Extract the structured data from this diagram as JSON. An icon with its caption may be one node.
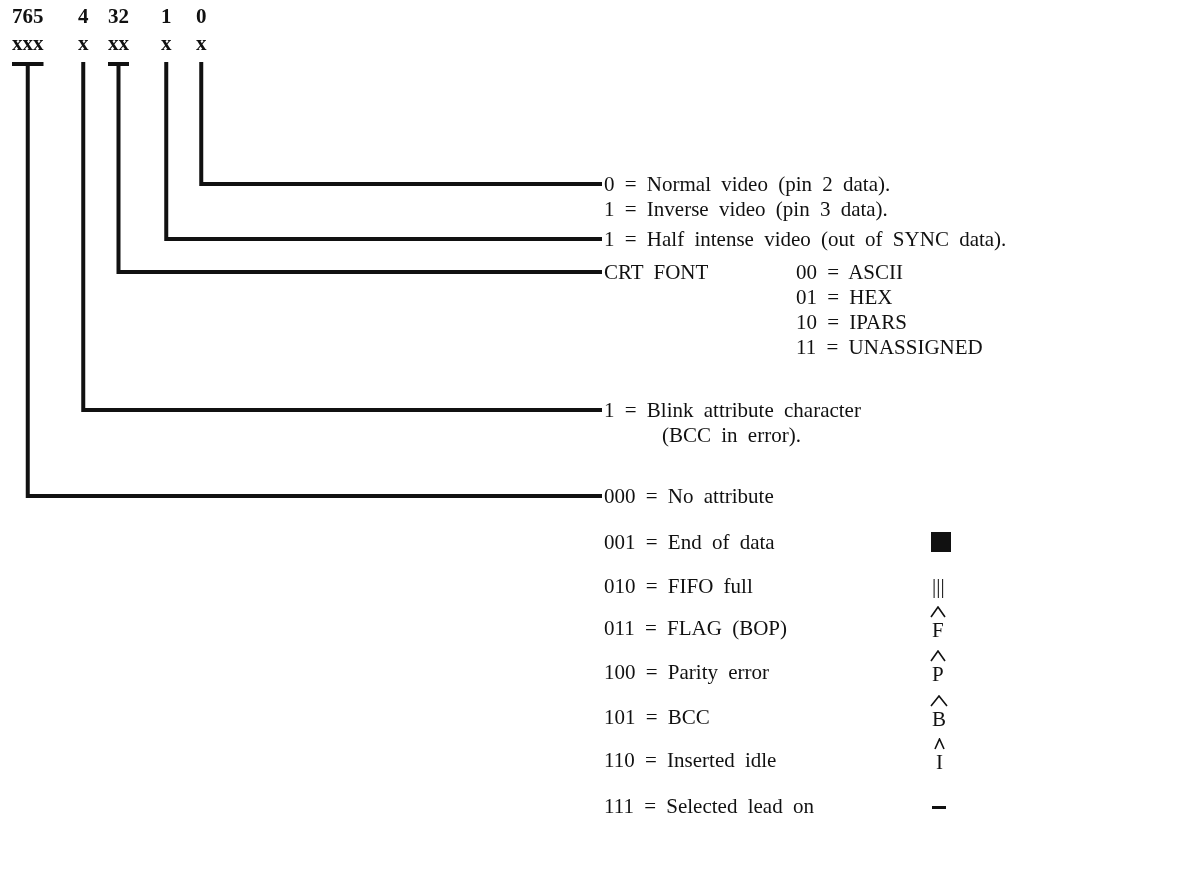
{
  "diagram": {
    "nodes": [
      {
        "text": [
          "xxx"
        ],
        "beside": [
          "765"
        ]
      },
      {
        "text": [
          "x"
        ],
        "beside": [
          "4"
        ]
      },
      {
        "text": [
          "xx"
        ],
        "beside": [
          "32"
        ]
      },
      {
        "text": [
          "x"
        ],
        "beside": [
          "1"
        ]
      },
      {
        "text": [
          "x"
        ],
        "beside": [
          "0"
        ]
      },
      {
        "text": [
          "0 = Normal video (pin 2 data).",
          "1 = Inverse video (pin 3 data)."
        ]
      },
      {
        "text": [
          "1 = Half intense video (out of SYNC data)."
        ]
      },
      {
        "text": [
          "CRT FONT",
          "00 = ASCII",
          "01 = HEX",
          "10 = IPARS",
          "11 = UNASSIGNED"
        ]
      },
      {
        "text": [
          "1 = Blink attribute character",
          "(BCC in error)."
        ]
      },
      {
        "text": [
          "000 = No attribute"
        ]
      }
    ],
    "edges": [
      {
        "from": 4,
        "to": 5,
        "arrow": "none"
      },
      {
        "from": 3,
        "to": 6,
        "arrow": "none"
      },
      {
        "from": 2,
        "to": 7,
        "arrow": "none"
      },
      {
        "from": 1,
        "to": 8,
        "arrow": "none"
      },
      {
        "from": 0,
        "to": 9,
        "arrow": "none"
      }
    ],
    "labels": [
      "001 = End of data",
      "010 = FIFO full",
      "|||",
      "011 = FLAG (BOP)",
      "F",
      "100 = Parity error",
      "P",
      "101 = BCC",
      "B",
      "110 = Inserted idle",
      "I",
      "111 = Selected lead on"
    ]
  }
}
